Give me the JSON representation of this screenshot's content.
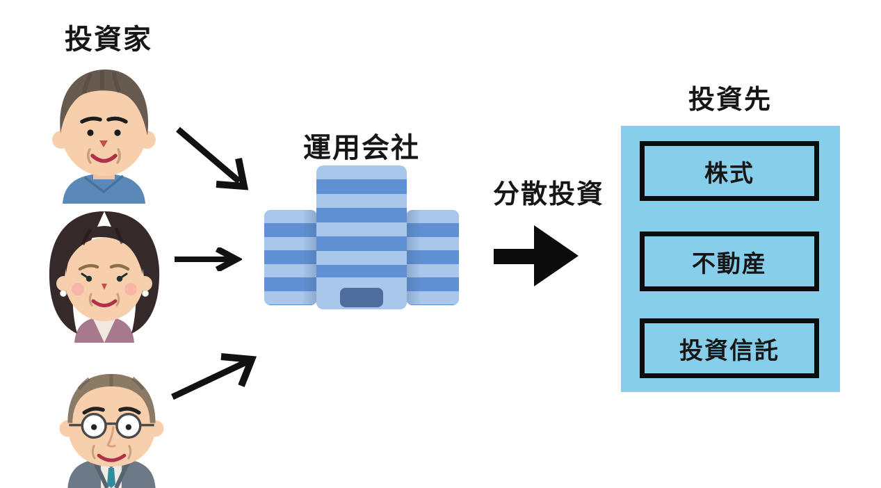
{
  "investors": {
    "label": "投資家",
    "avatars": [
      {
        "icon": "middle-aged-man-face-icon"
      },
      {
        "icon": "middle-aged-woman-face-icon"
      },
      {
        "icon": "senior-businessman-glasses-face-icon"
      }
    ]
  },
  "company": {
    "label": "運用会社",
    "icon": "office-building-icon"
  },
  "flow": {
    "label": "分散投資",
    "icon": "big-right-arrow-icon"
  },
  "destinations": {
    "label": "投資先",
    "items": [
      {
        "label": "株式"
      },
      {
        "label": "不動産"
      },
      {
        "label": "投資信託"
      }
    ]
  },
  "colors": {
    "panel_blue": "#87CEEB",
    "building_light": "#A9C7EA",
    "building_dark": "#5F90D3",
    "building_door": "#4D6E9C",
    "ink": "#111111"
  }
}
